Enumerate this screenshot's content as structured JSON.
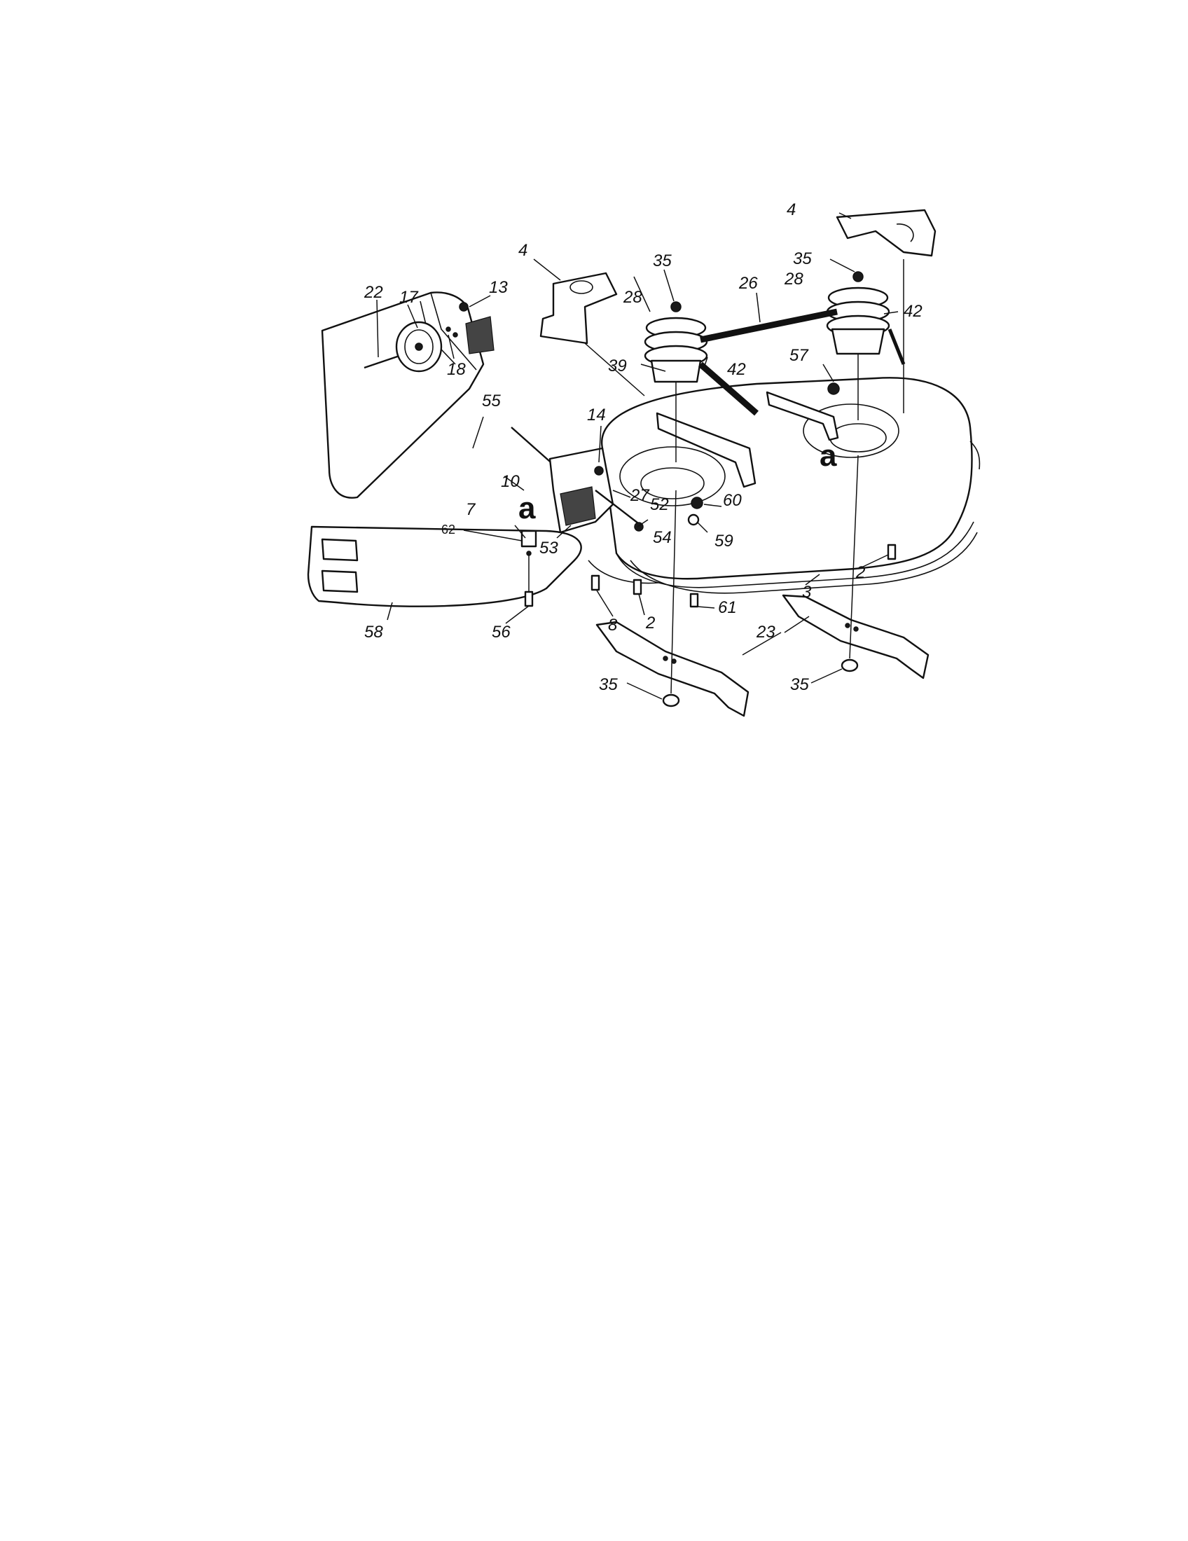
{
  "callouts": [
    {
      "id": "c22",
      "text": "22"
    },
    {
      "id": "c17",
      "text": "17"
    },
    {
      "id": "c13",
      "text": "13"
    },
    {
      "id": "c18",
      "text": "18"
    },
    {
      "id": "c4a",
      "text": "4"
    },
    {
      "id": "c35a",
      "text": "35"
    },
    {
      "id": "c28a",
      "text": "28"
    },
    {
      "id": "c26",
      "text": "26"
    },
    {
      "id": "c4b",
      "text": "4"
    },
    {
      "id": "c35b",
      "text": "35"
    },
    {
      "id": "c28b",
      "text": "28"
    },
    {
      "id": "c42b",
      "text": "42"
    },
    {
      "id": "c39",
      "text": "39"
    },
    {
      "id": "c42a",
      "text": "42"
    },
    {
      "id": "c57",
      "text": "57"
    },
    {
      "id": "c55",
      "text": "55"
    },
    {
      "id": "c14",
      "text": "14"
    },
    {
      "id": "c10",
      "text": "10"
    },
    {
      "id": "c27",
      "text": "27"
    },
    {
      "id": "c52",
      "text": "52"
    },
    {
      "id": "c60",
      "text": "60"
    },
    {
      "id": "c7",
      "text": "7"
    },
    {
      "id": "c62",
      "text": "62"
    },
    {
      "id": "c53",
      "text": "53"
    },
    {
      "id": "c54",
      "text": "54"
    },
    {
      "id": "c59",
      "text": "59"
    },
    {
      "id": "c2a",
      "text": "2"
    },
    {
      "id": "c3",
      "text": "3"
    },
    {
      "id": "c8",
      "text": "8"
    },
    {
      "id": "c2b",
      "text": "2"
    },
    {
      "id": "c61",
      "text": "61"
    },
    {
      "id": "c58",
      "text": "58"
    },
    {
      "id": "c56",
      "text": "56"
    },
    {
      "id": "c23",
      "text": "23"
    },
    {
      "id": "c35c",
      "text": "35"
    },
    {
      "id": "c35d",
      "text": "35"
    }
  ],
  "reference_marks": [
    {
      "id": "a1",
      "text": "a"
    },
    {
      "id": "a2",
      "text": "a"
    }
  ]
}
